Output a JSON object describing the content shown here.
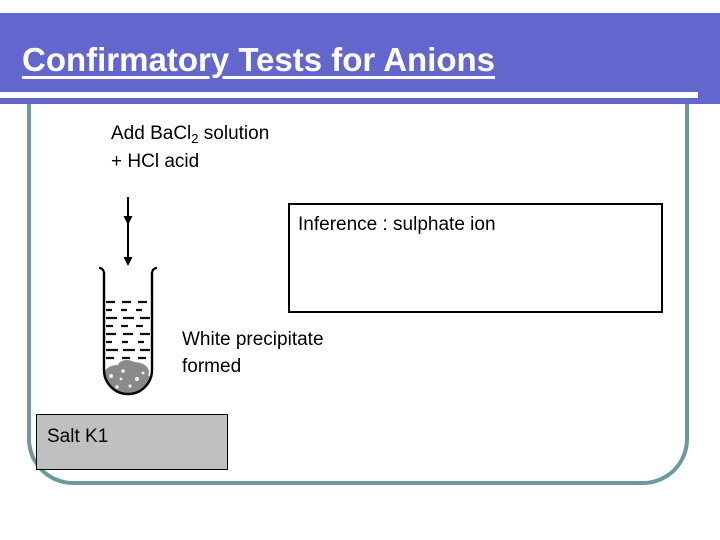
{
  "slide": {
    "title": "Confirmatory Tests for Anions",
    "accent_purple": "#6366cc",
    "accent_teal": "#6b999e",
    "salt_box_fill": "#c0c0c0",
    "text_color": "#000000"
  },
  "diagram": {
    "reagent": {
      "line1_prefix": "Add BaCl",
      "line1_subscript": "2",
      "line1_suffix": " solution",
      "line2": "+ HCl acid"
    },
    "arrow": {
      "icon": "down-arrow-icon",
      "count": 2
    },
    "test_tube": {
      "icon": "test-tube-icon",
      "contents": "liquid with grey precipitate"
    },
    "observation": {
      "line1": "White precipitate",
      "line2": "formed"
    },
    "inference": {
      "text": "Inference : sulphate ion"
    },
    "sample": {
      "label": "Salt K1"
    }
  }
}
